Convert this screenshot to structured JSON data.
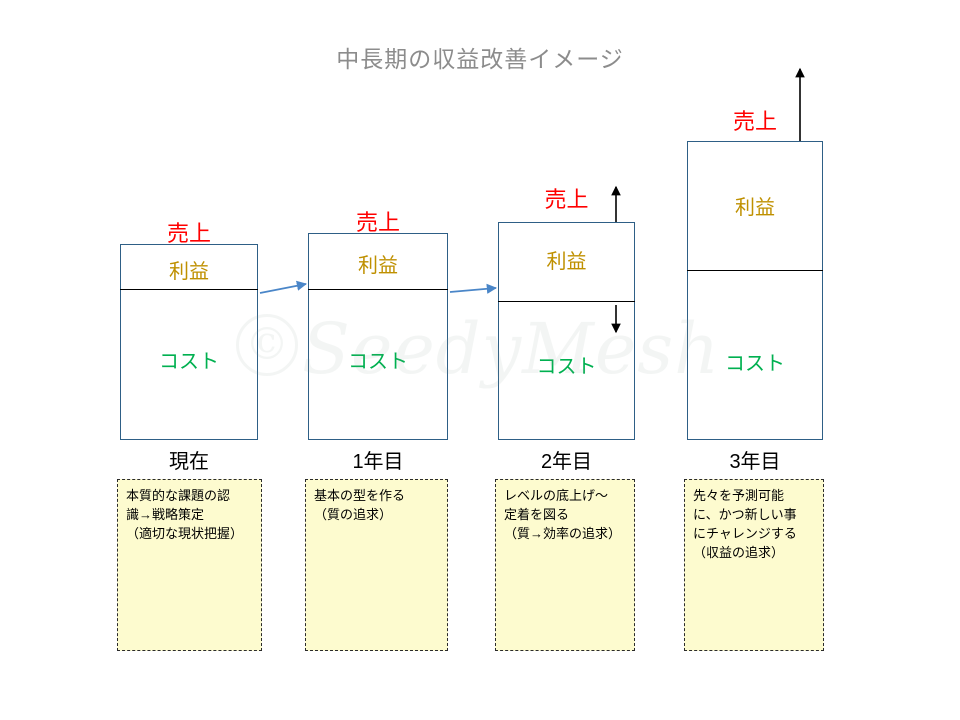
{
  "slide": {
    "title": "中長期の収益改善イメージ",
    "background": "#ffffff",
    "watermark": {
      "text": "SeedyMesh",
      "mark": "©"
    }
  },
  "labels": {
    "sales": "売上",
    "profit": "利益",
    "cost": "コスト"
  },
  "colors": {
    "sales": "#ff0000",
    "profit": "#bf9000",
    "cost": "#00b050",
    "bar_border": "#2e5f86",
    "divider": "#000000",
    "note_fill": "#fdfbcf",
    "note_border": "#2b2b2b",
    "connector": "#4a86c8",
    "title": "#8c8c8c"
  },
  "chart_data": {
    "type": "bar",
    "title": "中長期の収益改善イメージ",
    "xlabel": "",
    "ylabel": "",
    "categories": [
      "現在",
      "1年目",
      "2年目",
      "3年目"
    ],
    "series": [
      {
        "name": "利益",
        "values": [
          44,
          55,
          78,
          128
        ]
      },
      {
        "name": "コスト",
        "values": [
          152,
          152,
          140,
          171
        ]
      }
    ],
    "stacked": true,
    "grid": false,
    "legend": "none",
    "annotations": [
      {
        "target": "2年目",
        "type": "arrow-up",
        "meaning": "売上増"
      },
      {
        "target": "2年目",
        "type": "arrow-down",
        "meaning": "コスト減"
      },
      {
        "target": "3年目",
        "type": "arrow-up",
        "meaning": "売上拡大"
      },
      {
        "target": "現在→1年目",
        "type": "connector-arrow"
      },
      {
        "target": "1年目→2年目",
        "type": "connector-arrow"
      }
    ]
  },
  "bars": [
    {
      "id": "bar-current",
      "axis_label": "現在",
      "sales_label": "売上",
      "profit_label": "利益",
      "cost_label": "コスト"
    },
    {
      "id": "bar-year1",
      "axis_label": "1年目",
      "sales_label": "売上",
      "profit_label": "利益",
      "cost_label": "コスト"
    },
    {
      "id": "bar-year2",
      "axis_label": "2年目",
      "sales_label": "売上",
      "profit_label": "利益",
      "cost_label": "コスト"
    },
    {
      "id": "bar-year3",
      "axis_label": "3年目",
      "sales_label": "売上",
      "profit_label": "利益",
      "cost_label": "コスト"
    }
  ],
  "notes": [
    {
      "id": "note-current",
      "text": "本質的な課題の認\n識→戦略策定\n（適切な現状把握）"
    },
    {
      "id": "note-year1",
      "text": "基本の型を作る\n（質の追求）"
    },
    {
      "id": "note-year2",
      "text": "レベルの底上げ～\n定着を図る\n（質→効率の追求）"
    },
    {
      "id": "note-year3",
      "text": "先々を予測可能\nに、かつ新しい事\nにチャレンジする\n（収益の追求）"
    }
  ]
}
